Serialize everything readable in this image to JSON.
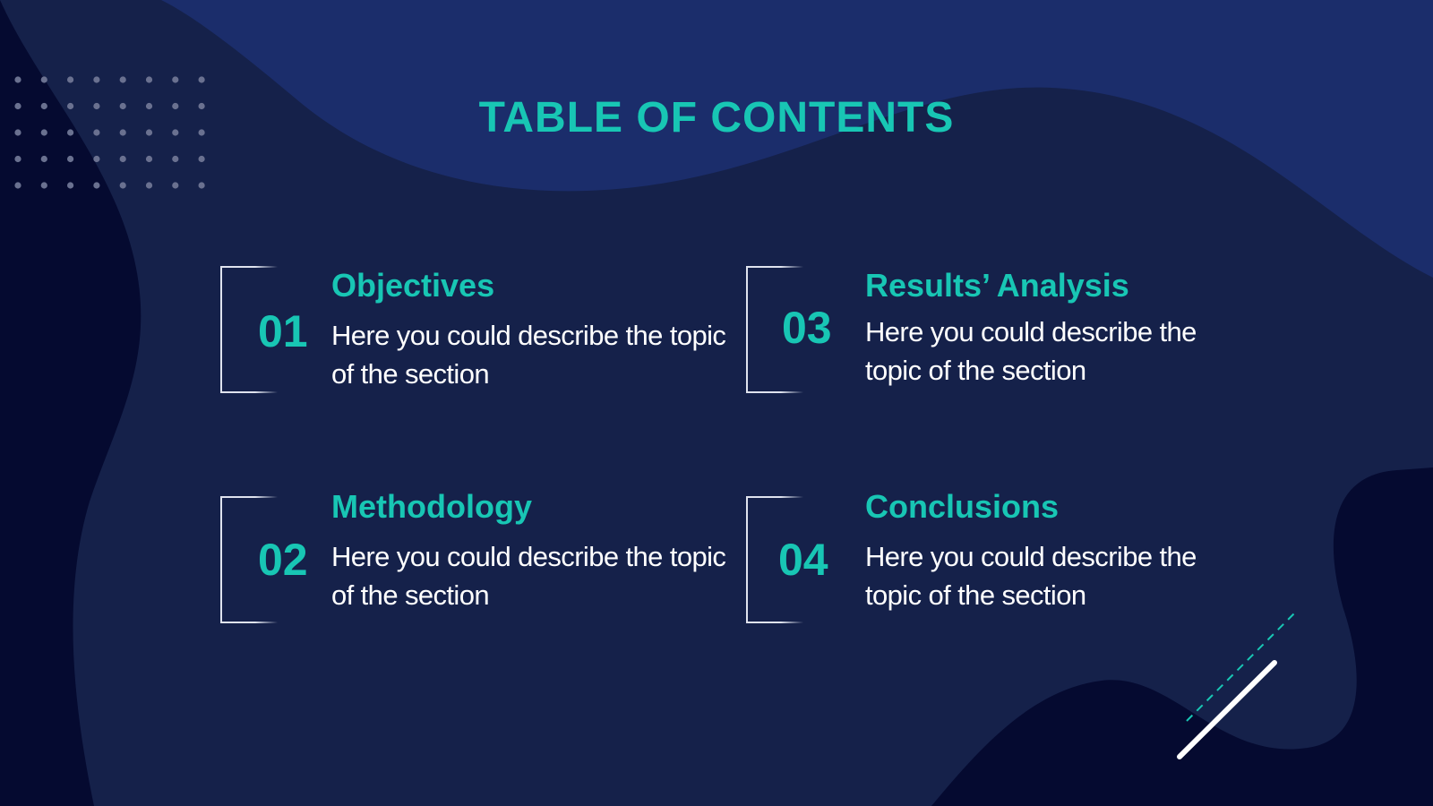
{
  "slide": {
    "title": "TABLE OF CONTENTS",
    "colors": {
      "background": "#15214a",
      "accent_shape": "#1b2d6b",
      "dark_shape": "#050a30",
      "teal": "#18c6b4",
      "text": "#ffffff",
      "dots": "#6a7190"
    },
    "items": [
      {
        "number": "01",
        "title": "Objectives",
        "description": "Here you could describe the topic of the section"
      },
      {
        "number": "02",
        "title": "Methodology",
        "description": "Here you could describe the topic of the section"
      },
      {
        "number": "03",
        "title": "Results’ Analysis",
        "description": "Here you could describe the topic of the section"
      },
      {
        "number": "04",
        "title": "Conclusions",
        "description": "Here you could describe the topic of the section"
      }
    ]
  }
}
